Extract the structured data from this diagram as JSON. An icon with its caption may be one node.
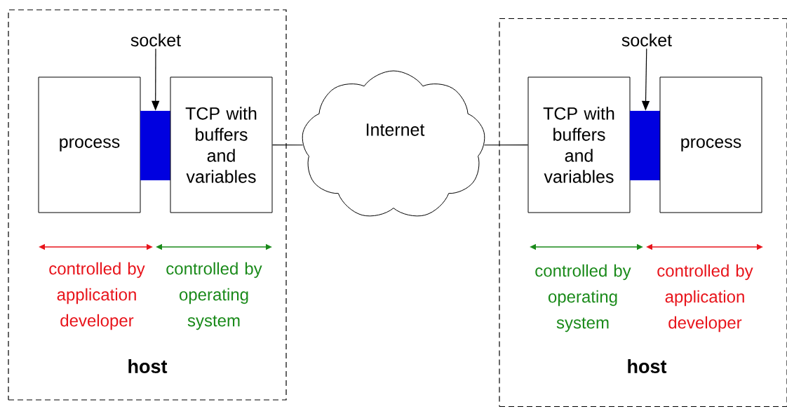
{
  "diagram": {
    "nodes": [
      {
        "text": [
          "host"
        ]
      },
      {
        "text": [
          "process"
        ],
        "in": 0
      },
      {
        "text": [],
        "shape": "box",
        "in": 0
      },
      {
        "text": [
          "TCP with buffers and variables"
        ],
        "in": 0
      },
      {
        "text": [
          "socket"
        ],
        "in": 0
      },
      {
        "text": [
          "Internet"
        ]
      },
      {
        "text": [
          "host"
        ]
      },
      {
        "text": [
          "TCP with buffers and variables"
        ],
        "in": 6
      },
      {
        "text": [],
        "shape": "box",
        "in": 6
      },
      {
        "text": [
          "process"
        ],
        "in": 6
      },
      {
        "text": [
          "socket"
        ],
        "in": 6
      }
    ],
    "edges": [
      {
        "from": 4,
        "to": 2,
        "arrow": "to"
      },
      {
        "from": 3,
        "to": 5,
        "arrow": "none"
      },
      {
        "from": 5,
        "to": 7,
        "arrow": "none"
      },
      {
        "from": 10,
        "to": 8,
        "arrow": "to"
      }
    ],
    "labels": [
      "controlled by application developer",
      "controlled by operating system",
      "controlled by operating system",
      "controlled by application developer"
    ]
  }
}
